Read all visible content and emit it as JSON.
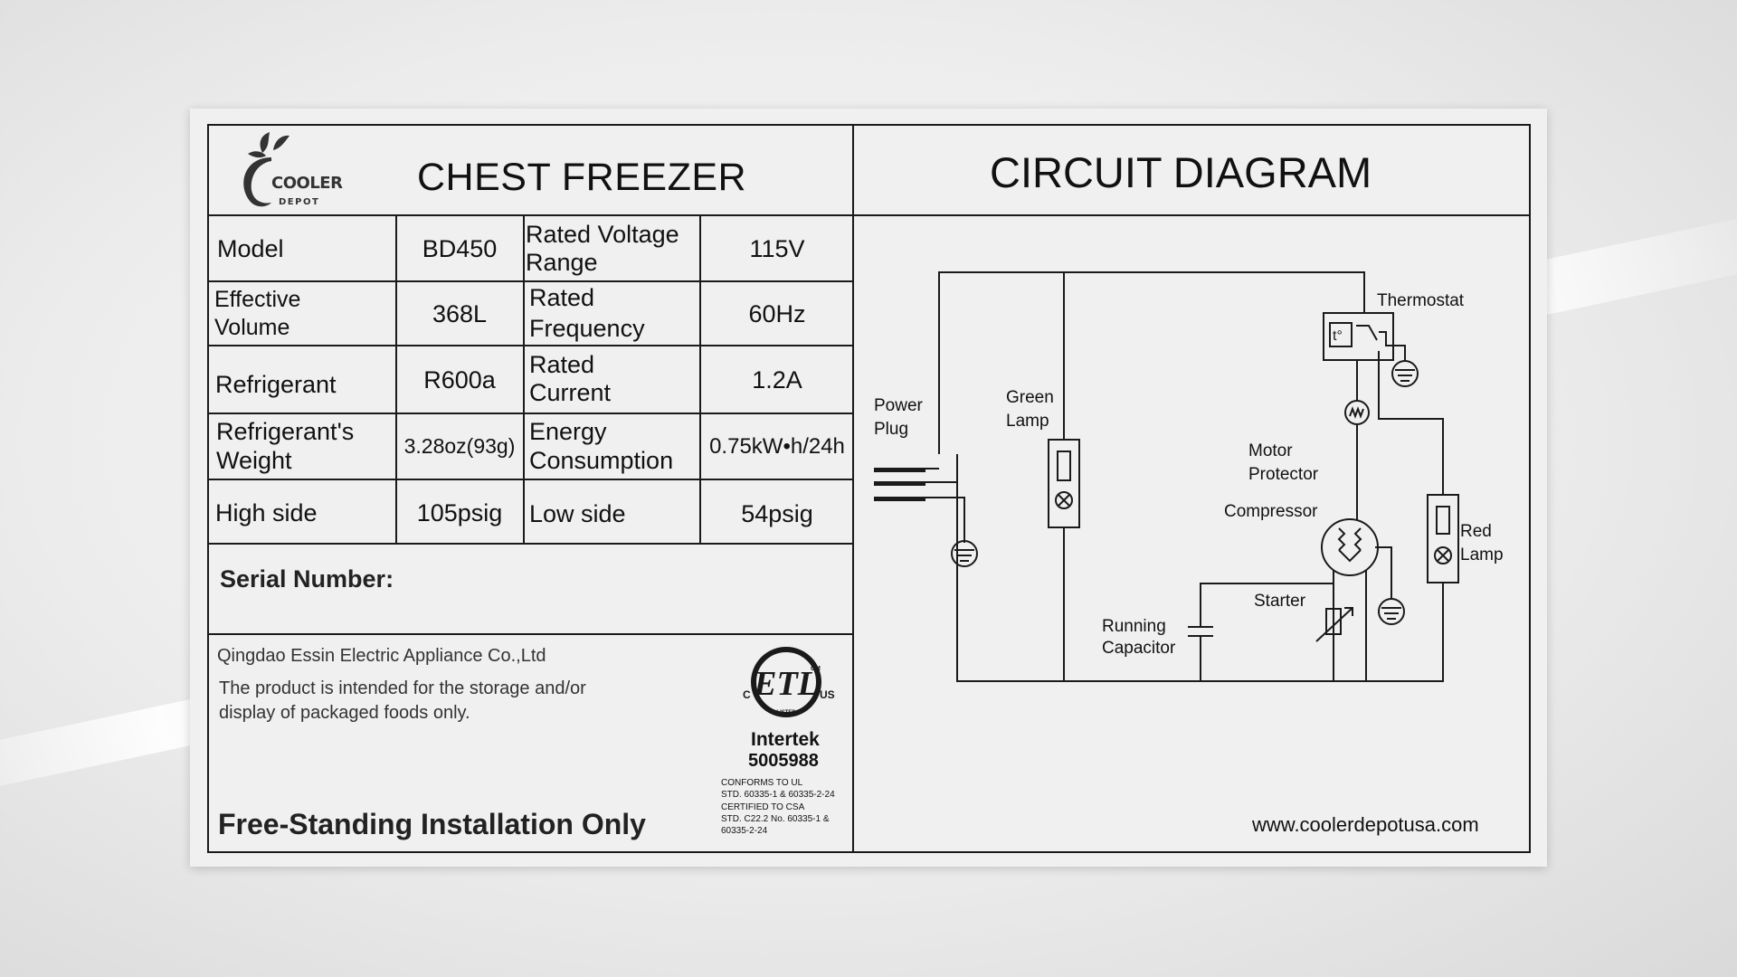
{
  "brand": {
    "logo_text": "COOLER",
    "logo_sub": "DEPOT"
  },
  "header": {
    "title": "CHEST FREEZER"
  },
  "spec_table": {
    "rows": [
      {
        "label": "Model",
        "value": "BD450",
        "label2_l1": "Rated Voltage",
        "label2_l2": "Range",
        "value2": "115V"
      },
      {
        "label_l1": "Effective",
        "label_l2": "Volume",
        "value": "368L",
        "label2_l1": "Rated",
        "label2_l2": "Frequency",
        "value2": "60Hz"
      },
      {
        "label": "Refrigerant",
        "value": "R600a",
        "label2_l1": "Rated",
        "label2_l2": "Current",
        "value2": "1.2A"
      },
      {
        "label_l1": "Refrigerant's",
        "label_l2": "Weight",
        "value": "3.28oz(93g)",
        "label2_l1": "Energy",
        "label2_l2": "Consumption",
        "value2": "0.75kW•h/24h"
      },
      {
        "label": "High side",
        "value": "105psig",
        "label2": "Low side",
        "value2": "54psig"
      }
    ]
  },
  "serial": {
    "label": "Serial Number:"
  },
  "manufacturer": {
    "company": "Qingdao Essin Electric Appliance Co.,Ltd",
    "notice_l1": "The product is intended for the storage and/or",
    "notice_l2": "display of packaged foods only.",
    "installation": "Free-Standing Installation Only"
  },
  "certification": {
    "mark_text": "ETL",
    "mark_left": "C",
    "mark_right": "US",
    "mark_bottom": "LISTED",
    "mark_cm": "CM",
    "lab": "Intertek",
    "number": "5005988",
    "conformity_l1": "CONFORMS TO UL",
    "conformity_l2": "STD. 60335-1 & 60335-2-24",
    "conformity_l3": "CERTIFIED TO CSA",
    "conformity_l4": "STD. C22.2 No. 60335-1 &",
    "conformity_l5": "60335-2-24"
  },
  "circuit": {
    "title": "CIRCUIT DIAGRAM",
    "labels": {
      "power_plug_l1": "Power",
      "power_plug_l2": "Plug",
      "green_lamp_l1": "Green",
      "green_lamp_l2": "Lamp",
      "thermostat": "Thermostat",
      "thermostat_symbol": "t°",
      "motor_protector_l1": "Motor",
      "motor_protector_l2": "Protector",
      "compressor": "Compressor",
      "red_lamp_l1": "Red",
      "red_lamp_l2": "Lamp",
      "starter": "Starter",
      "running_capacitor_l1": "Running",
      "running_capacitor_l2": "Capacitor"
    }
  },
  "footer": {
    "website": "www.coolerdepotusa.com"
  },
  "colors": {
    "label_bg": "#f0f0f0",
    "ink": "#1a1a1a"
  }
}
